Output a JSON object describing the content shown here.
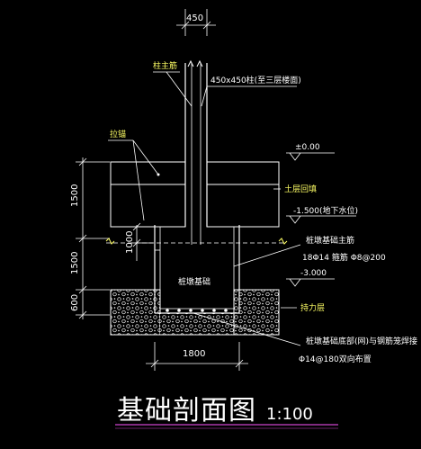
{
  "drawing": {
    "title": "基础剖面图",
    "scale": "1:100",
    "colors": {
      "background": "#000000",
      "structure": "#ffffff",
      "rebar": "#ffffff",
      "dimension": "#ffffff",
      "leader": "#ffffff",
      "underline": "#cc44cc",
      "text": "#ffffff",
      "hatch": "#ffffff"
    },
    "labels": {
      "column_main_bar": "柱主筋",
      "column_size": "450x450柱(至三层楼面)",
      "anchor_bolt": "拉锚",
      "level_zero": "±0.00",
      "soil_backfill": "土层回填",
      "level_water": "-1.500(地下水位)",
      "pile_cap_main_bar": "桩墩基础主筋",
      "pile_rebar_spec": "18Φ14 箍筋 Φ8@200",
      "level_bottom": "-3.000",
      "pile_cap": "桩墩基础",
      "gravel_layer": "持力层",
      "base_rebar_note": "桩墩基础底部(网)与钢筋笼焊接",
      "base_rebar_spec": "Φ14@180双向布置"
    },
    "dimensions": {
      "column_width": "450",
      "upper_height": "1500",
      "mid_height": "1500",
      "base_height": "600",
      "embed_depth": "1000",
      "base_width": "1800"
    }
  }
}
